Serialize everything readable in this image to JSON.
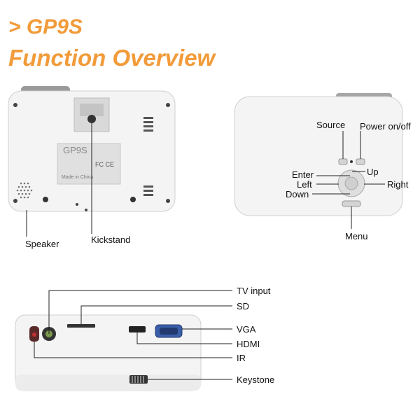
{
  "header": {
    "title_line1": "> GP9S",
    "title_line2": "Function Overview"
  },
  "colors": {
    "accent": "#f29b3a",
    "body": "#f4f4f4",
    "outline": "#d6d6d6"
  },
  "panel_bottom": {
    "label_plate": {
      "model": "GP9S",
      "certs": "FC  CE",
      "made_in": "Made in China"
    },
    "labels": {
      "speaker": "Speaker",
      "kickstand": "Kickstand"
    }
  },
  "panel_top": {
    "labels": {
      "source": "Source",
      "power": "Power on/off",
      "enter": "Enter",
      "up": "Up",
      "left": "Left",
      "right": "Right",
      "down": "Down",
      "menu": "Menu"
    }
  },
  "panel_rear": {
    "labels": {
      "tv_input": "TV input",
      "sd": "SD",
      "vga": "VGA",
      "hdmi": "HDMI",
      "ir": "IR",
      "keystone": "Keystone"
    }
  }
}
